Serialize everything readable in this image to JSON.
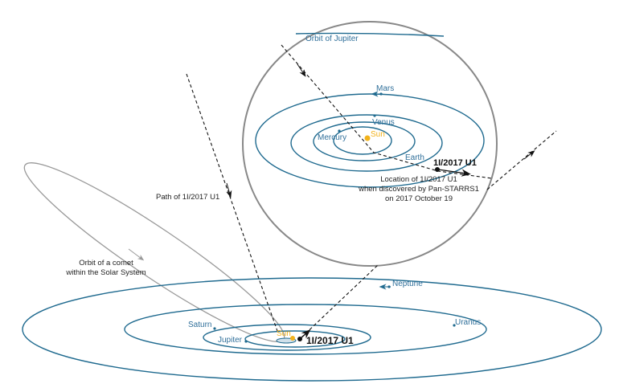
{
  "colors": {
    "orbit": "#1f6a8f",
    "sun": "#f2b21b",
    "comet_orbit": "#999999",
    "zoom_circle": "#888888",
    "path": "#111111"
  },
  "inset": {
    "jupiter_orbit_label": "Orbit of Jupiter",
    "mars": "Mars",
    "venus": "Venus",
    "mercury": "Mercury",
    "sun": "Sun",
    "earth": "Earth",
    "object": "1I/2017 U1",
    "location_line1": "Location of 1I/2017 U1",
    "location_line2": "when discovered by Pan-STARRS1",
    "location_line3": "on 2017 October 19"
  },
  "main": {
    "path_label": "Path of 1I/2017 U1",
    "comet_line1": "Orbit of a comet",
    "comet_line2": "within the Solar System",
    "neptune": "Neptune",
    "uranus": "Uranus",
    "saturn": "Saturn",
    "jupiter": "Jupiter",
    "sun": "Sun",
    "object": "1I/2017 U1"
  }
}
